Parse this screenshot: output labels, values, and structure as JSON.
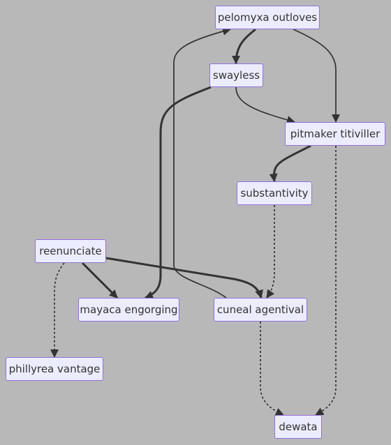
{
  "colors": {
    "background": "#b8b8b8",
    "node_fill": "#ececff",
    "node_border": "#9370db",
    "edge": "#333333",
    "text": "#333333"
  },
  "nodes": {
    "pelomyxa": "pelomyxa outloves",
    "swayless": "swayless",
    "pitmaker": "pitmaker titiviller",
    "substantivity": "substantivity",
    "reenunciate": "reenunciate",
    "mayaca": "mayaca engorging",
    "cuneal": "cuneal agentival",
    "phillyrea": "phillyrea vantage",
    "dewata": "dewata"
  },
  "edges": [
    {
      "from": "pelomyxa",
      "to": "swayless",
      "style": "thick"
    },
    {
      "from": "pelomyxa",
      "to": "pitmaker",
      "style": "normal"
    },
    {
      "from": "swayless",
      "to": "pitmaker",
      "style": "normal"
    },
    {
      "from": "swayless",
      "to": "mayaca",
      "style": "thick"
    },
    {
      "from": "pitmaker",
      "to": "substantivity",
      "style": "thick"
    },
    {
      "from": "pitmaker",
      "to": "dewata",
      "style": "dotted"
    },
    {
      "from": "substantivity",
      "to": "cuneal",
      "style": "dotted"
    },
    {
      "from": "reenunciate",
      "to": "mayaca",
      "style": "thick"
    },
    {
      "from": "reenunciate",
      "to": "cuneal",
      "style": "thick"
    },
    {
      "from": "reenunciate",
      "to": "phillyrea",
      "style": "dotted"
    },
    {
      "from": "cuneal",
      "to": "pelomyxa",
      "style": "normal"
    },
    {
      "from": "cuneal",
      "to": "dewata",
      "style": "dotted"
    }
  ]
}
